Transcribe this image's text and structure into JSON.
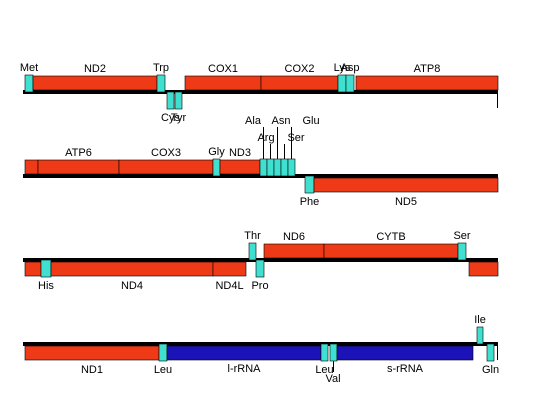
{
  "colors": {
    "protein": "#ee3a16",
    "trna": "#40e0d0",
    "rrna": "#1b13b8",
    "strand": "#000000",
    "outline": "#000000"
  },
  "rows": [
    {
      "features": [
        {
          "label": "Met",
          "type": "trna",
          "strand": "heavy",
          "start": 0,
          "end": 8
        },
        {
          "label": "ND2",
          "type": "protein",
          "strand": "heavy",
          "start": 8,
          "end": 132
        },
        {
          "label": "Trp",
          "type": "trna",
          "strand": "heavy",
          "start": 132,
          "end": 140
        },
        {
          "label": "Cys",
          "type": "trna",
          "strand": "light",
          "start": 142,
          "end": 149
        },
        {
          "label": "Tyr",
          "type": "trna",
          "strand": "light",
          "start": 150,
          "end": 157
        },
        {
          "label": "COX1",
          "type": "protein",
          "strand": "heavy",
          "start": 160,
          "end": 236
        },
        {
          "label": "COX2",
          "type": "protein",
          "strand": "heavy",
          "start": 236,
          "end": 313
        },
        {
          "label": "Lys",
          "type": "trna",
          "strand": "heavy",
          "start": 313,
          "end": 321
        },
        {
          "label": "Asp",
          "type": "trna",
          "strand": "heavy",
          "start": 321,
          "end": 329
        },
        {
          "label": "ATP8",
          "type": "protein",
          "strand": "heavy",
          "start": 331,
          "end": 473
        }
      ]
    },
    {
      "features": [
        {
          "label": "",
          "type": "protein",
          "strand": "heavy",
          "start": 0,
          "end": 13
        },
        {
          "label": "ATP6",
          "type": "protein",
          "strand": "heavy",
          "start": 13,
          "end": 94
        },
        {
          "label": "COX3",
          "type": "protein",
          "strand": "heavy",
          "start": 94,
          "end": 188
        },
        {
          "label": "Gly",
          "type": "trna",
          "strand": "heavy",
          "start": 188,
          "end": 195
        },
        {
          "label": "ND3",
          "type": "protein",
          "strand": "heavy",
          "start": 195,
          "end": 235
        },
        {
          "label": "Ala",
          "type": "trna",
          "strand": "heavy",
          "start": 235,
          "end": 242
        },
        {
          "label": "Arg",
          "type": "trna",
          "strand": "heavy",
          "start": 242,
          "end": 249
        },
        {
          "label": "Asn",
          "type": "trna",
          "strand": "heavy",
          "start": 249,
          "end": 256
        },
        {
          "label": "Ser",
          "type": "trna",
          "strand": "heavy",
          "start": 256,
          "end": 263
        },
        {
          "label": "Glu",
          "type": "trna",
          "strand": "heavy",
          "start": 263,
          "end": 270
        },
        {
          "label": "Phe",
          "type": "trna",
          "strand": "light",
          "start": 280,
          "end": 289
        },
        {
          "label": "ND5",
          "type": "protein",
          "strand": "light",
          "start": 289,
          "end": 473
        }
      ]
    },
    {
      "features": [
        {
          "label": "",
          "type": "protein",
          "strand": "light",
          "start": 0,
          "end": 16
        },
        {
          "label": "His",
          "type": "trna",
          "strand": "light",
          "start": 16,
          "end": 26
        },
        {
          "label": "ND4",
          "type": "protein",
          "strand": "light",
          "start": 26,
          "end": 188
        },
        {
          "label": "ND4L",
          "type": "protein",
          "strand": "light",
          "start": 188,
          "end": 221
        },
        {
          "label": "Thr",
          "type": "trna",
          "strand": "heavy",
          "start": 224,
          "end": 231
        },
        {
          "label": "Pro",
          "type": "trna",
          "strand": "light",
          "start": 231,
          "end": 239
        },
        {
          "label": "ND6",
          "type": "protein",
          "strand": "heavy",
          "start": 239,
          "end": 299
        },
        {
          "label": "CYTB",
          "type": "protein",
          "strand": "heavy",
          "start": 299,
          "end": 433
        },
        {
          "label": "Ser",
          "type": "trna",
          "strand": "heavy",
          "start": 433,
          "end": 441
        },
        {
          "label": "",
          "type": "protein",
          "strand": "light",
          "start": 444,
          "end": 473
        }
      ]
    },
    {
      "features": [
        {
          "label": "ND1",
          "type": "protein",
          "strand": "light",
          "start": 0,
          "end": 134
        },
        {
          "label": "Leu",
          "type": "trna",
          "strand": "light",
          "start": 134,
          "end": 142
        },
        {
          "label": "l-rRNA",
          "type": "rrna",
          "strand": "light",
          "start": 142,
          "end": 296
        },
        {
          "label": "Leu",
          "type": "trna",
          "strand": "light",
          "start": 296,
          "end": 303
        },
        {
          "label": "Val",
          "type": "trna",
          "strand": "light",
          "start": 305,
          "end": 312
        },
        {
          "label": "s-rRNA",
          "type": "rrna",
          "strand": "light",
          "start": 312,
          "end": 448
        },
        {
          "label": "Ile",
          "type": "trna",
          "strand": "heavy",
          "start": 452,
          "end": 458
        },
        {
          "label": "Gln",
          "type": "trna",
          "strand": "light",
          "start": 462,
          "end": 469
        }
      ]
    }
  ]
}
